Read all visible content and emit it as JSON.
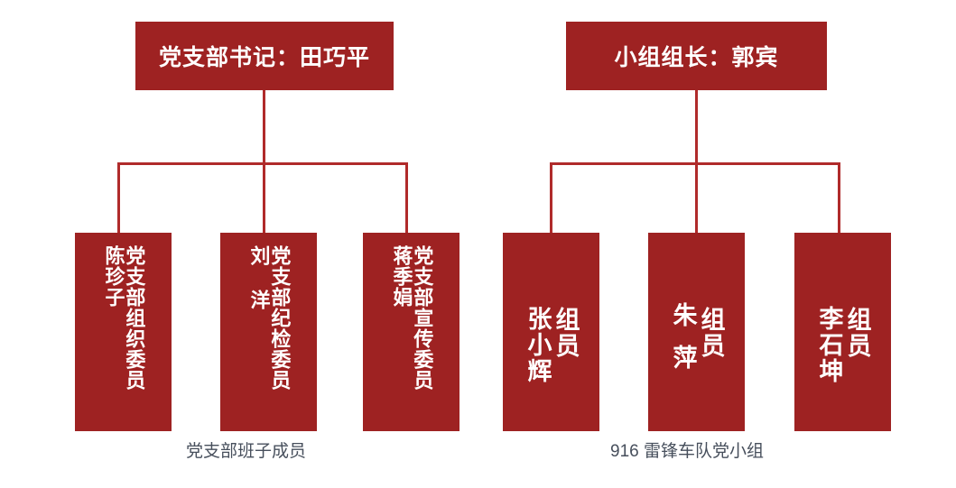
{
  "page": {
    "background_color": "#ffffff",
    "box_color": "#9E2222",
    "connector_color": "#B02B2B",
    "caption_color": "#474F5C",
    "box_text_color": "#ffffff"
  },
  "groups": [
    {
      "id": "party-branch",
      "root": {
        "label": "党支部书记：田巧平"
      },
      "caption": "党支部班子成员",
      "children": [
        {
          "title": "党支部组织委员",
          "name": "陈珍子"
        },
        {
          "title": "党支部纪检委员",
          "name": "刘 洋"
        },
        {
          "title": "党支部宣传委员",
          "name": "蒋季娟"
        }
      ]
    },
    {
      "id": "lei-feng-team",
      "root": {
        "label": "小组组长：郭宾"
      },
      "caption": "916 雷锋车队党小组",
      "children": [
        {
          "title": "组员",
          "name": "张小辉"
        },
        {
          "title": "组员",
          "name": "朱萍"
        },
        {
          "title": "组员",
          "name": "李石坤"
        }
      ]
    }
  ]
}
